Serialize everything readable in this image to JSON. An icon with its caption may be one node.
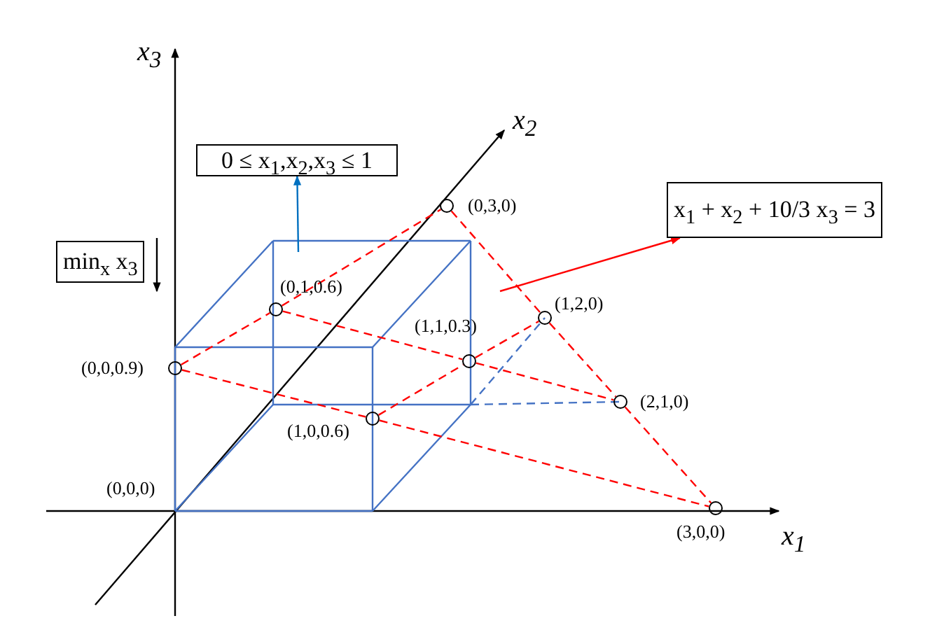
{
  "diagram": {
    "nodes": [
      {
        "text": [
          "0 ≤ x$_{1}$,x$_{2}$,x$_{3}$ ≤ 1"
        ]
      },
      {
        "text": [
          "x$_{1}$ + x$_{2}$ + 10/3 x$_{3}$ = 3"
        ]
      },
      {
        "text": [],
        "shape": "circle",
        "beside": [
          "(0,3,0)"
        ]
      },
      {
        "text": [
          "min$_{x}$ x$_{3}$"
        ]
      },
      {
        "text": [],
        "shape": "circle",
        "beside": [
          "(0,1,0.6)"
        ]
      },
      {
        "text": [],
        "shape": "circle",
        "beside": [
          "(1,2,0)"
        ]
      },
      {
        "text": [],
        "shape": "circle",
        "beside": [
          "(1,1,0.3)"
        ]
      },
      {
        "text": [],
        "shape": "circle",
        "beside": [
          "(0,0,0.9)"
        ]
      },
      {
        "text": [],
        "shape": "circle",
        "beside": [
          "(2,1,0)"
        ]
      },
      {
        "text": [],
        "shape": "circle",
        "beside": [
          "(1,0,0.6)"
        ]
      },
      {
        "text": [],
        "shape": "circle",
        "beside": [
          "(3,0,0)"
        ]
      }
    ],
    "edges": [
      {
        "from": null,
        "to": 0,
        "arrow": "to",
        "color": "#0070c0"
      },
      {
        "from": null,
        "to": 1,
        "arrow": "to"
      },
      {
        "from": 7,
        "to": 4,
        "arrow": "none",
        "style": "dashed"
      },
      {
        "from": 4,
        "to": 2,
        "arrow": "none",
        "style": "dashed"
      },
      {
        "from": 2,
        "to": 5,
        "arrow": "none",
        "style": "dashed"
      },
      {
        "from": 5,
        "to": 8,
        "arrow": "none",
        "style": "dashed"
      },
      {
        "from": 8,
        "to": 10,
        "arrow": "none",
        "style": "dashed"
      },
      {
        "from": 4,
        "to": 6,
        "arrow": "none",
        "style": "dashed"
      },
      {
        "from": 6,
        "to": 8,
        "arrow": "none",
        "style": "dashed"
      },
      {
        "from": 7,
        "to": 9,
        "arrow": "none",
        "style": "dashed"
      },
      {
        "from": 9,
        "to": 10,
        "arrow": "none",
        "style": "dashed"
      },
      {
        "from": 9,
        "to": 6,
        "arrow": "none",
        "style": "dashed"
      },
      {
        "from": 6,
        "to": 5,
        "arrow": "none",
        "style": "dashed"
      }
    ],
    "labels": [
      "x$_{3}$",
      "x$_{2}$",
      "(0,0,0)",
      "x$_{1}$"
    ]
  }
}
